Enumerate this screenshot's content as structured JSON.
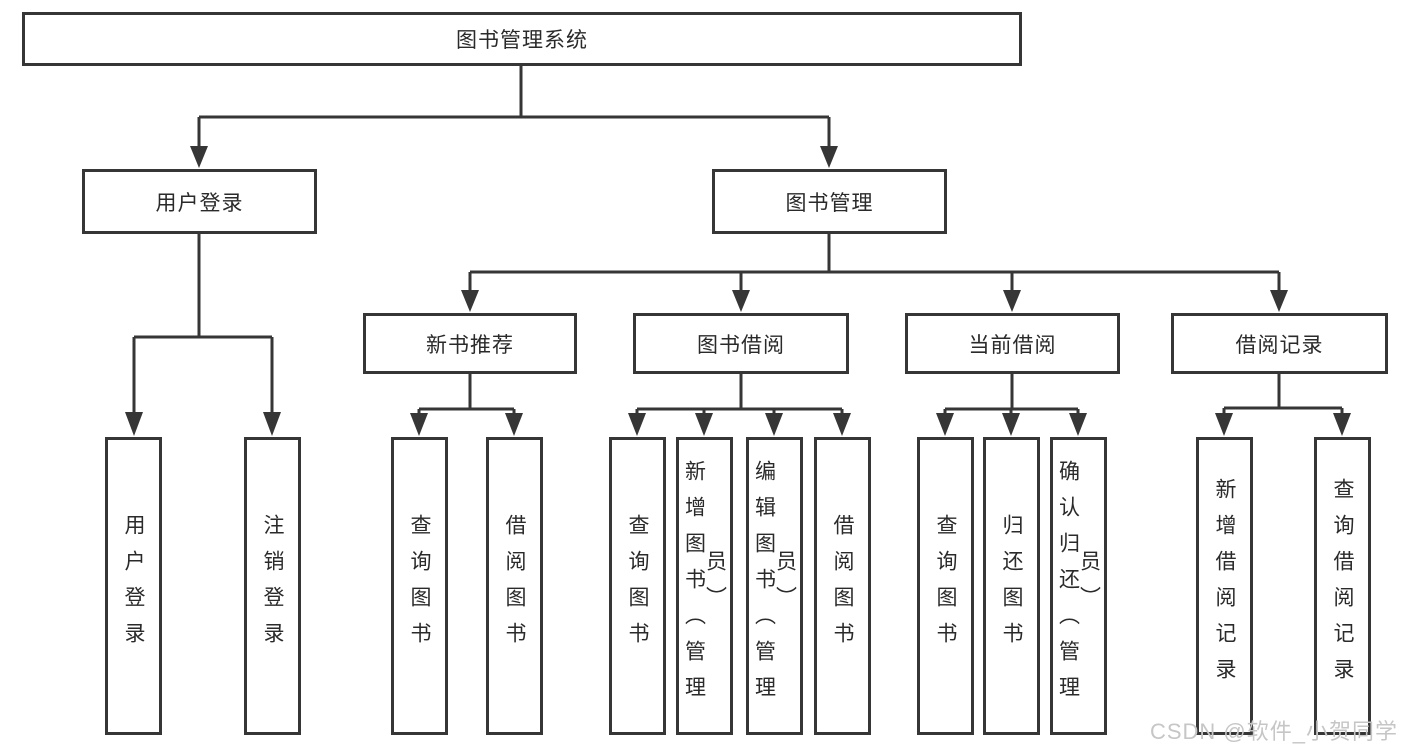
{
  "diagram_title": "图书管理系统",
  "tree": {
    "label": "图书管理系统",
    "children": [
      {
        "label": "用户登录",
        "children": [
          {
            "label": "用户登录"
          },
          {
            "label": "注销登录"
          }
        ]
      },
      {
        "label": "图书管理",
        "children": [
          {
            "label": "新书推荐",
            "children": [
              {
                "label": "查询图书"
              },
              {
                "label": "借阅图书"
              }
            ]
          },
          {
            "label": "图书借阅",
            "children": [
              {
                "label": "查询图书"
              },
              {
                "label": "新增图书（管理员）"
              },
              {
                "label": "编辑图书（管理员）"
              },
              {
                "label": "借阅图书"
              }
            ]
          },
          {
            "label": "当前借阅",
            "children": [
              {
                "label": "查询图书"
              },
              {
                "label": "归还图书"
              },
              {
                "label": "确认归还（管理员）"
              }
            ]
          },
          {
            "label": "借阅记录",
            "children": [
              {
                "label": "新增借阅记录"
              },
              {
                "label": "查询借阅记录"
              }
            ]
          }
        ]
      }
    ]
  },
  "watermark": {
    "text": "CSDN @软件_小贺同学"
  },
  "palette": {
    "line": "#363636",
    "text": "#2a2a2a",
    "watermark_color": "#c6c6c6",
    "background": "#ffffff"
  }
}
